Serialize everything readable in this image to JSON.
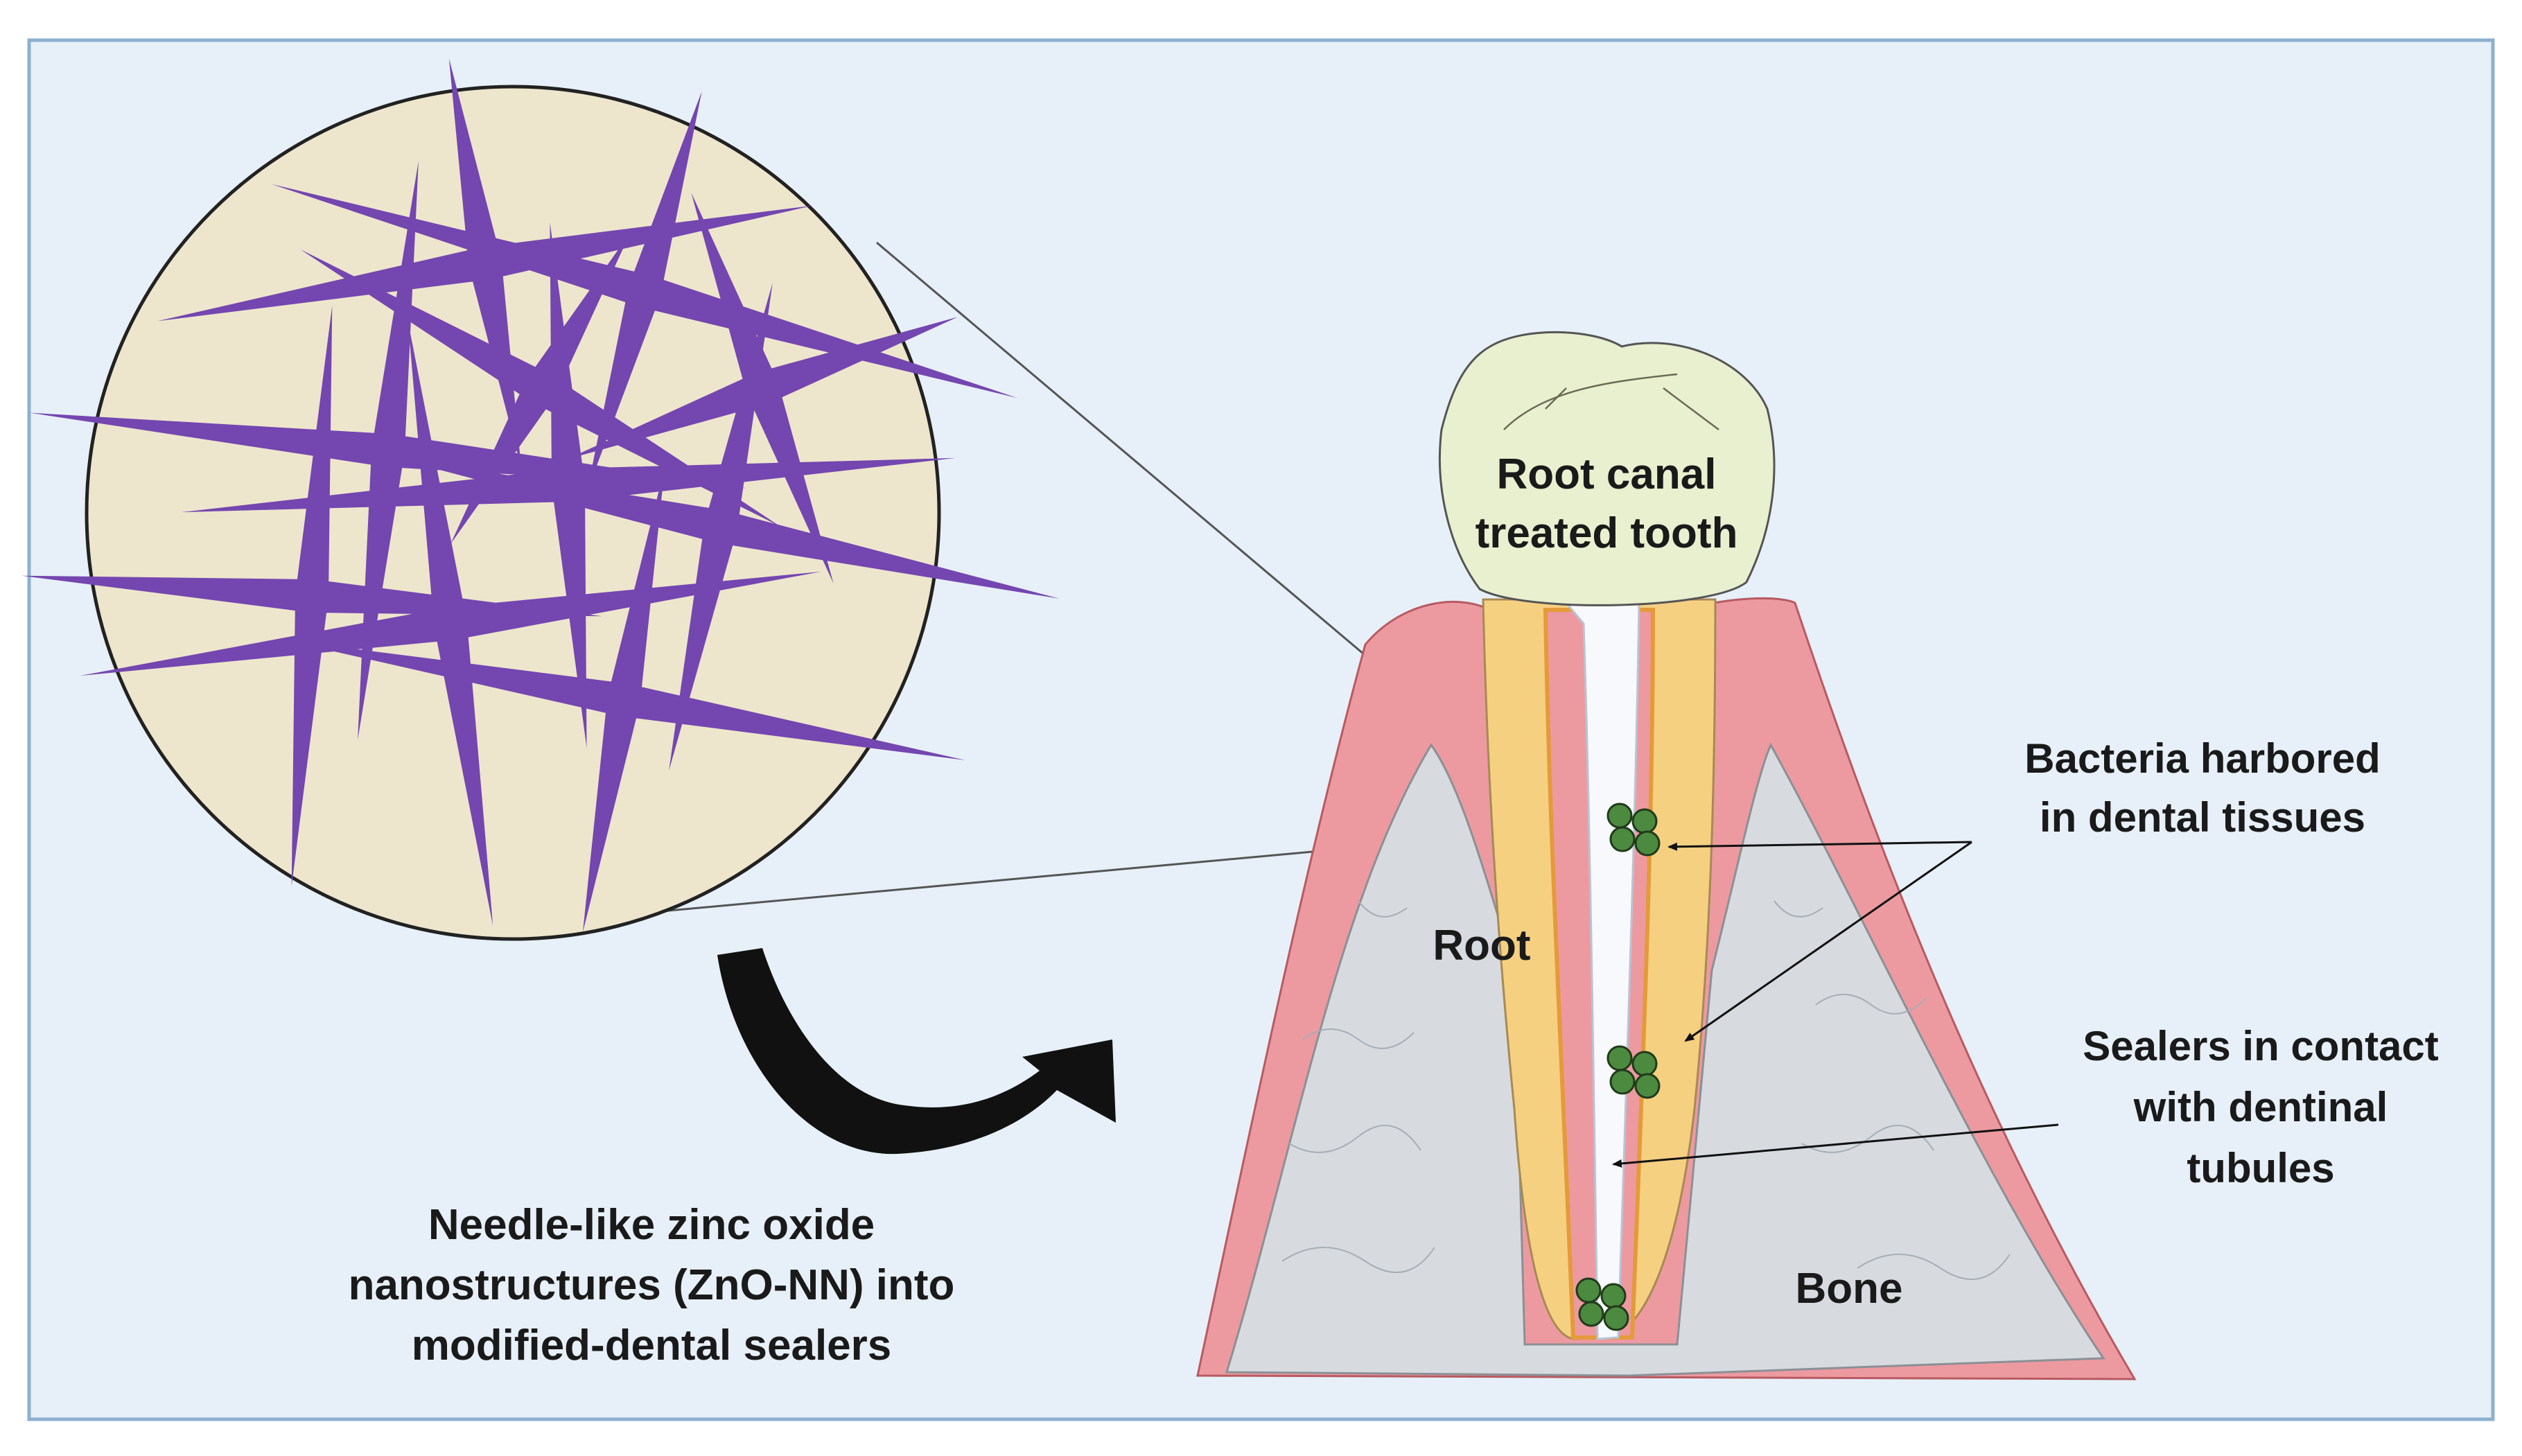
{
  "colors": {
    "panel_bg": "#e7f0f8",
    "panel_border": "#8db0d0",
    "circle_fill": "#ede6cc",
    "needle": "#7446b0",
    "gum": "#ec9aa0",
    "bone": "#d7dbe0",
    "root": "#f5d081",
    "canal_edge": "#e59a3a",
    "crown": "#e8f0cf",
    "bacteria": "#4c8a3f",
    "arrow": "#111111"
  },
  "labels": {
    "crown_line1": "Root canal",
    "crown_line2": "treated tooth",
    "root": "Root",
    "bone": "Bone",
    "bacteria_line1": "Bacteria harbored",
    "bacteria_line2": "in dental tissues",
    "sealers_line1": "Sealers in contact",
    "sealers_line2": "with dentinal",
    "sealers_line3": "tubules",
    "caption_line1": "Needle-like zinc oxide",
    "caption_line2": "nanostructures (ZnO-NN) into",
    "caption_line3": "modified-dental sealers"
  },
  "icons": {
    "magnifier": "zoom-circle-icon",
    "curved_arrow": "curved-arrow-icon",
    "bacteria": "bacteria-cluster-icon"
  }
}
